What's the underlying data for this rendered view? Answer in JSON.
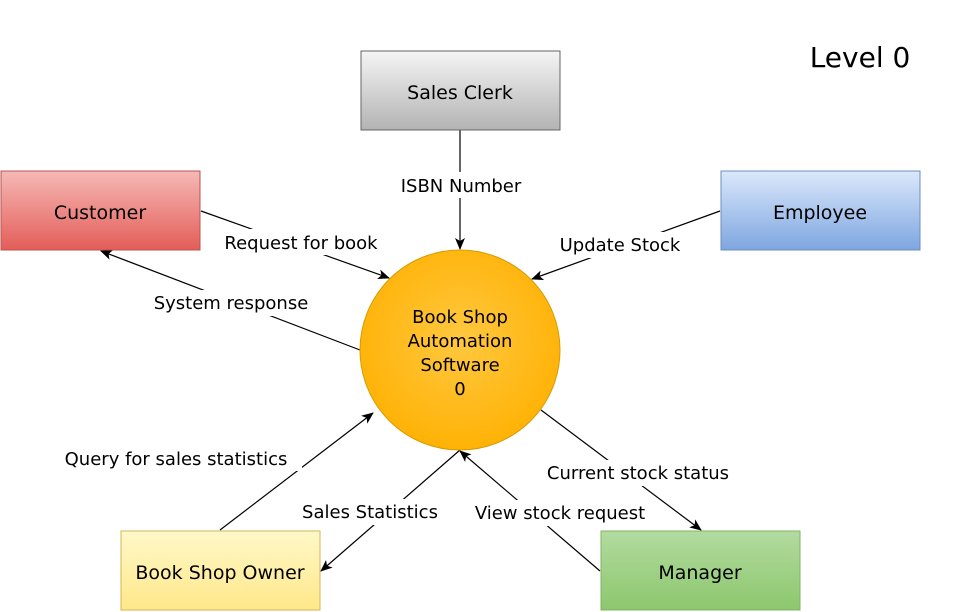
{
  "level": "Level 0",
  "process": {
    "lines": [
      "Book Shop",
      "Automation",
      "Software",
      "0"
    ]
  },
  "entities": {
    "sales_clerk": "Sales Clerk",
    "customer": "Customer",
    "employee": "Employee",
    "book_shop_owner": "Book Shop Owner",
    "manager": "Manager"
  },
  "flows": {
    "isbn_number": "ISBN Number",
    "request_for_book": "Request for book",
    "system_response": "System response",
    "update_stock": "Update Stock",
    "query_for_sales_statistics": "Query for sales statistics",
    "sales_statistics": "Sales Statistics",
    "view_stock_request": "View stock request",
    "current_stock_status": "Current stock status"
  },
  "colors": {
    "sales_clerk": "#cccccc",
    "customer": "#ea6b66",
    "employee": "#7ea6e0",
    "book_shop_owner": "#fff2a8",
    "manager": "#97d077",
    "process": "#ffcd28"
  }
}
